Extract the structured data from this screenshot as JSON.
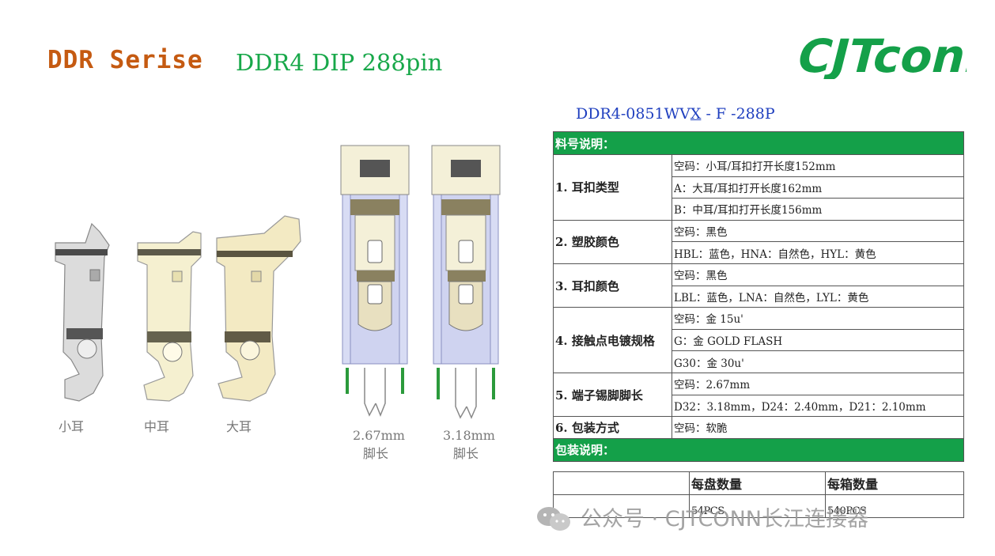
{
  "header": {
    "title": "DDR Serise",
    "subtitle": "DDR4 DIP 288pin",
    "brand": "CJTconn"
  },
  "part_code": {
    "prefix": "DDR4-0851WV",
    "underlined": "X",
    "suffix": " - F -288P"
  },
  "spec_table": {
    "header": "料号说明：",
    "rows": [
      {
        "category": "1.  耳扣类型",
        "values": [
          "空码：小耳/耳扣打开长度152mm",
          "A：大耳/耳扣打开长度162mm",
          "B：中耳/耳扣打开长度156mm"
        ]
      },
      {
        "category": "2.  塑胶颜色",
        "values": [
          "空码：黑色",
          "HBL：蓝色，HNA：自然色，HYL：黄色"
        ]
      },
      {
        "category": "3.  耳扣颜色",
        "values": [
          "空码：黑色",
          "LBL：蓝色，LNA：自然色，LYL：黄色"
        ]
      },
      {
        "category": "4.  接触点电镀规格",
        "values": [
          "空码：金 15u'",
          "G：金 GOLD FLASH",
          "G30：金 30u'"
        ]
      },
      {
        "category": "5.  端子锡脚脚长",
        "values": [
          "空码：2.67mm",
          "D32：3.18mm，D24：2.40mm，D21：2.10mm"
        ]
      },
      {
        "category": "6.  包装方式",
        "values": [
          "空码：软脆"
        ]
      }
    ]
  },
  "packing_table": {
    "header": "包装说明：",
    "col1": "每盘数量",
    "col2": "每箱数量",
    "val1": "54PCS",
    "val2": "540PCS"
  },
  "latch_labels": [
    "小耳",
    "中耳",
    "大耳"
  ],
  "pin_labels": [
    {
      "length": "2.67mm",
      "text": "脚长"
    },
    {
      "length": "3.18mm",
      "text": "脚长"
    }
  ],
  "watermark": "公众号 · CJTCONN长江连接器",
  "colors": {
    "accent_green": "#14a049",
    "title_orange": "#c55a11",
    "code_blue": "#1f3fbf"
  }
}
